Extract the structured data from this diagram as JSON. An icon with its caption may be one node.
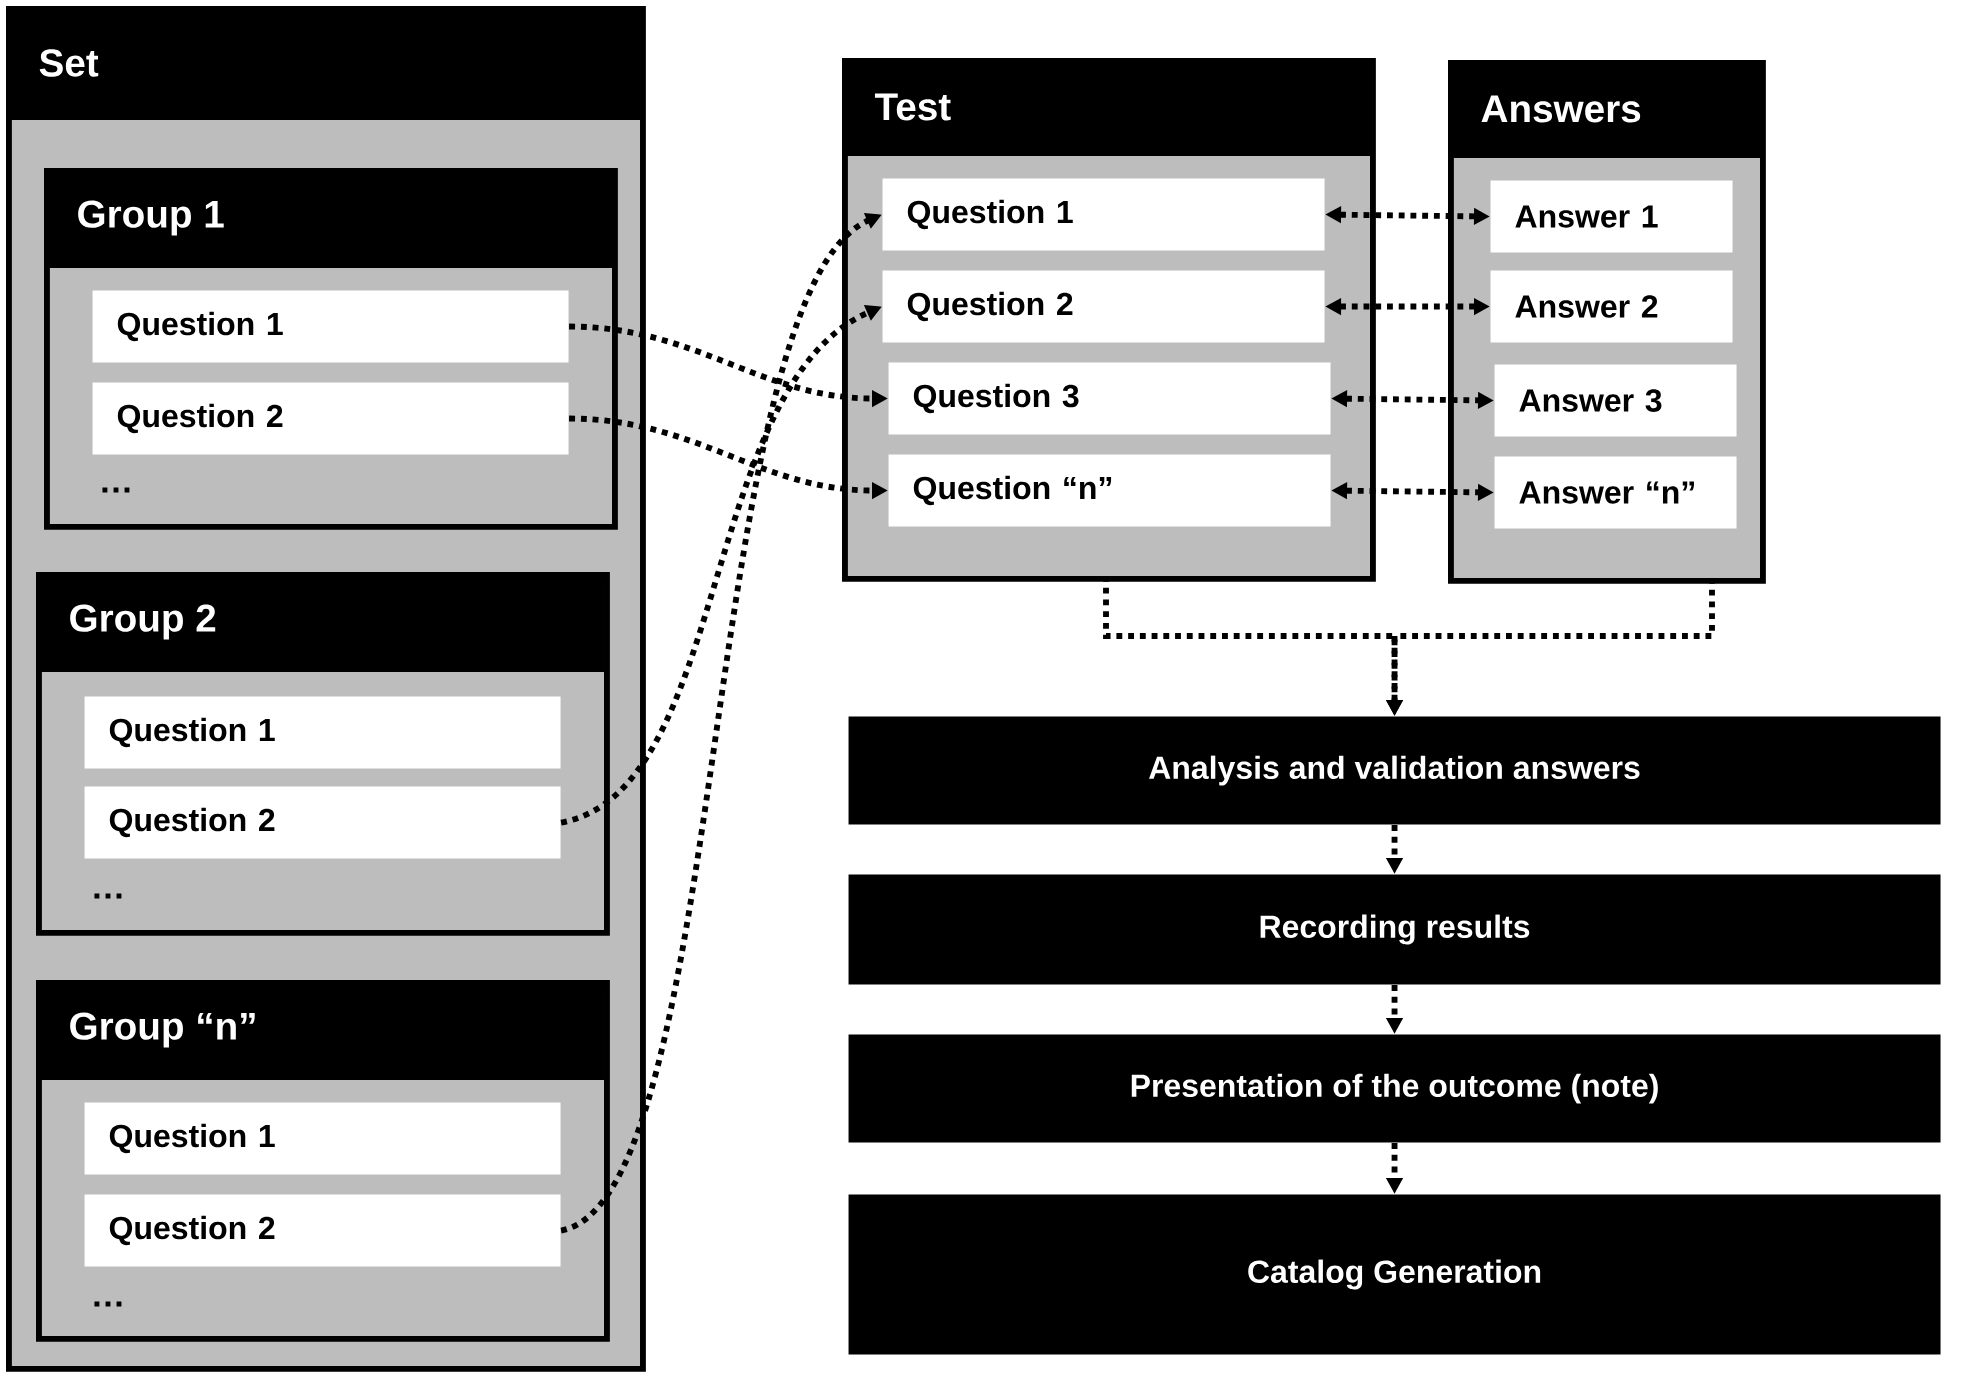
{
  "diagram": {
    "nodes": [
      {
        "text": [
          "Set"
        ]
      },
      {
        "text": [
          "Group 1"
        ],
        "in": 0
      },
      {
        "text": [
          "Question 1"
        ],
        "in": 1
      },
      {
        "text": [
          "Question 2"
        ],
        "in": 1
      },
      {
        "text": [
          "Group 2"
        ],
        "in": 0
      },
      {
        "text": [
          "Question 1"
        ],
        "in": 4
      },
      {
        "text": [
          "Question 2"
        ],
        "in": 4
      },
      {
        "text": [
          "Group “n”"
        ],
        "in": 0
      },
      {
        "text": [
          "Question 1"
        ],
        "in": 7
      },
      {
        "text": [
          "Question 2"
        ],
        "in": 7
      },
      {
        "text": [
          "Test"
        ]
      },
      {
        "text": [
          "Question 1"
        ],
        "in": 10
      },
      {
        "text": [
          "Question 2"
        ],
        "in": 10
      },
      {
        "text": [
          "Question 3"
        ],
        "in": 10
      },
      {
        "text": [
          "Question “n”"
        ],
        "in": 10
      },
      {
        "text": [
          "Answers"
        ]
      },
      {
        "text": [
          "Answer 1"
        ],
        "in": 15
      },
      {
        "text": [
          "Answer 2"
        ],
        "in": 15
      },
      {
        "text": [
          "Answer 3"
        ],
        "in": 15
      },
      {
        "text": [
          "Answer “n”"
        ],
        "in": 15
      },
      {
        "text": [
          "Analysis and validation answers"
        ]
      },
      {
        "text": [
          "Recording results"
        ]
      },
      {
        "text": [
          "Presentation of the outcome (note)"
        ]
      },
      {
        "text": [
          "Catalog Generation"
        ]
      }
    ],
    "edges": [
      {
        "from": 2,
        "to": 13,
        "arrow": "to"
      },
      {
        "from": 3,
        "to": 14,
        "arrow": "to"
      },
      {
        "from": 6,
        "to": 12,
        "arrow": "to"
      },
      {
        "from": 9,
        "to": 11,
        "arrow": "to"
      },
      {
        "from": 11,
        "to": 16,
        "arrow": "both"
      },
      {
        "from": 12,
        "to": 17,
        "arrow": "both"
      },
      {
        "from": 13,
        "to": 18,
        "arrow": "both"
      },
      {
        "from": 14,
        "to": 19,
        "arrow": "both"
      },
      {
        "from": 10,
        "to": 20,
        "arrow": "to"
      },
      {
        "from": 15,
        "to": 20,
        "arrow": "to"
      },
      {
        "from": 20,
        "to": 21,
        "arrow": "to"
      },
      {
        "from": 21,
        "to": 22,
        "arrow": "to"
      },
      {
        "from": 22,
        "to": 23,
        "arrow": "to"
      }
    ],
    "labels": [
      "…",
      "…",
      "…"
    ]
  }
}
